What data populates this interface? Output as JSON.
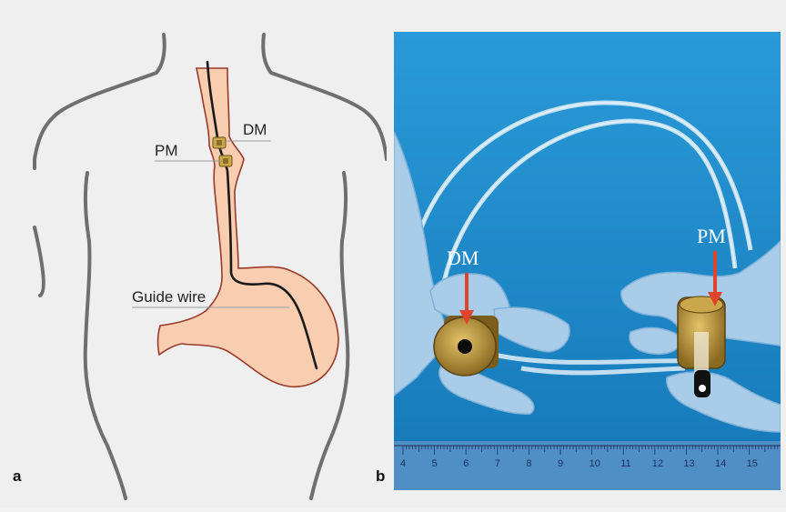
{
  "panel_a": {
    "label": "a",
    "labels": {
      "dm": "DM",
      "pm": "PM",
      "guide_wire": "Guide wire"
    }
  },
  "panel_b": {
    "label": "b",
    "labels": {
      "dm": "DM",
      "pm": "PM"
    },
    "ruler_numbers": [
      "4",
      "5",
      "6",
      "7",
      "8",
      "9",
      "10",
      "11",
      "12",
      "13",
      "14",
      "15"
    ]
  },
  "colors": {
    "background": "#efefef",
    "body_outline": "#6f6f6f",
    "organ_fill": "#f8cdb0",
    "organ_outline": "#9a3a2a",
    "magnet": "#c9a74a",
    "drape_blue": "#1e8fd0",
    "glove_blue": "#a9cde9",
    "arrow_red": "#e0442a"
  },
  "icons": [
    "distal-magnet-icon",
    "proximal-magnet-icon",
    "guide-wire-icon"
  ]
}
